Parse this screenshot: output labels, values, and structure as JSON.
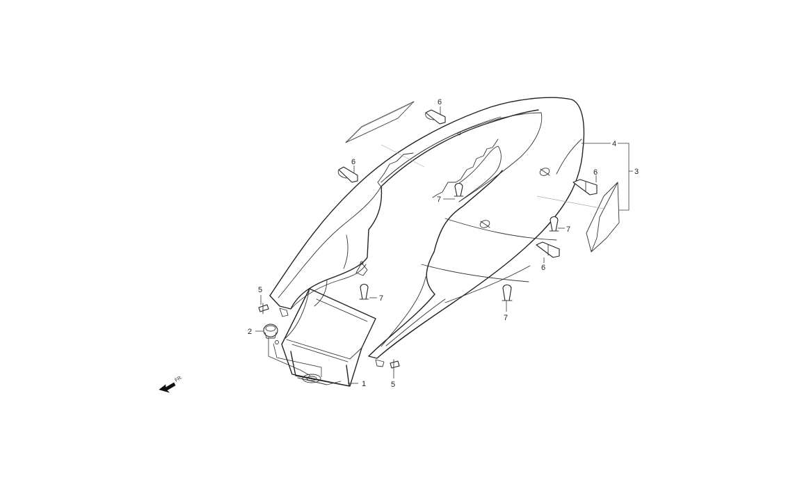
{
  "callouts": {
    "c1": "1",
    "c2": "2",
    "c3": "3",
    "c4": "4",
    "c5a": "5",
    "c5b": "5",
    "c6a": "6",
    "c6b": "6",
    "c6c": "6",
    "c6d": "6",
    "c7a": "7",
    "c7b": "7",
    "c7c": "7",
    "c7d": "7"
  },
  "direction": {
    "label": "FR.",
    "icon": "arrow-front-icon"
  }
}
